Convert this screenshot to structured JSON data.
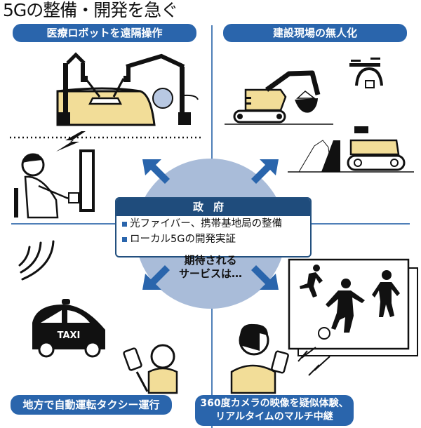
{
  "title": "5Gの整備・開発を急ぐ",
  "colors": {
    "accent_blue": "#2a65ac",
    "dark_navy": "#1f4c7c",
    "circle_fill": "#a9bcd9",
    "divider": "#4f7fb8",
    "illustration_fill": "#f2dd98"
  },
  "quadrants": {
    "top_left": {
      "label": "医療ロボットを遠隔操作",
      "illustration": "remote-surgery-robot"
    },
    "top_right": {
      "label": "建設現場の無人化",
      "illustration": "unmanned-construction"
    },
    "bottom_left": {
      "label": "地方で自動運転タクシー運行",
      "illustration": "autonomous-taxi",
      "taxi_sign": "TAXI"
    },
    "bottom_right": {
      "label_lines": [
        "360度カメラの映像を疑似体験、",
        "リアルタイムのマルチ中継"
      ],
      "illustration": "live-multi-broadcast"
    }
  },
  "center": {
    "gov_header": "政府",
    "gov_items": [
      "光ファイバー、携帯基地局の整備",
      "ローカル5Gの開発実証"
    ],
    "expected_lines": [
      "期待される",
      "サービスは…"
    ]
  }
}
